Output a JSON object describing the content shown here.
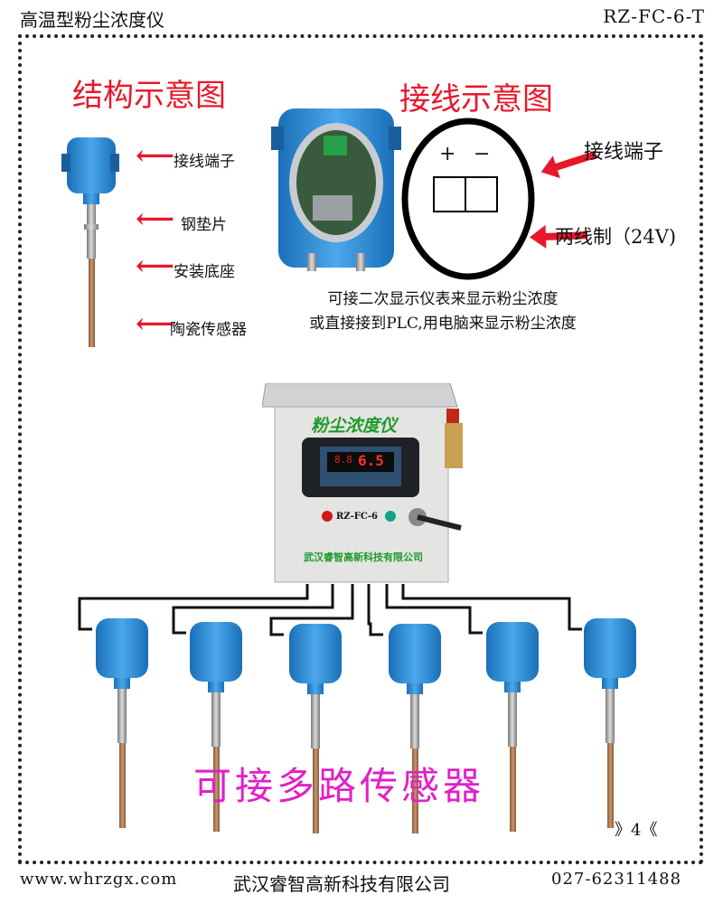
{
  "header": {
    "title": "高温型粉尘浓度仪",
    "model": "RZ-FC-6-T"
  },
  "structure": {
    "title": "结构示意图",
    "labels": [
      "接线端子",
      "钢垫片",
      "安装底座",
      "陶瓷传感器"
    ]
  },
  "wiring": {
    "title": "接线示意图",
    "plus": "+",
    "minus": "−",
    "terminal_label": "接线端子",
    "two_wire_label": "两线制（24V)",
    "caption_line1": "可接二次显示仪表来显示粉尘浓度",
    "caption_line2": "或直接接到PLC,用电脑来显示粉尘浓度"
  },
  "cabinet": {
    "title": "粉尘浓度仪",
    "display_value": "6.5",
    "display_small": "8.8",
    "model": "RZ-FC-6",
    "company": "武汉睿智高新科技有限公司"
  },
  "multi_sensor_text": "可接多路传感器",
  "page_number": "》4《",
  "footer": {
    "website": "www.whrzgx.com",
    "company": "武汉睿智高新科技有限公司",
    "phone": "027-62311488"
  },
  "colors": {
    "accent_red": "#e8182a",
    "magenta": "#e020c8",
    "sensor_blue": "#2e8fd8",
    "cabinet_green": "#1e9a2a"
  }
}
